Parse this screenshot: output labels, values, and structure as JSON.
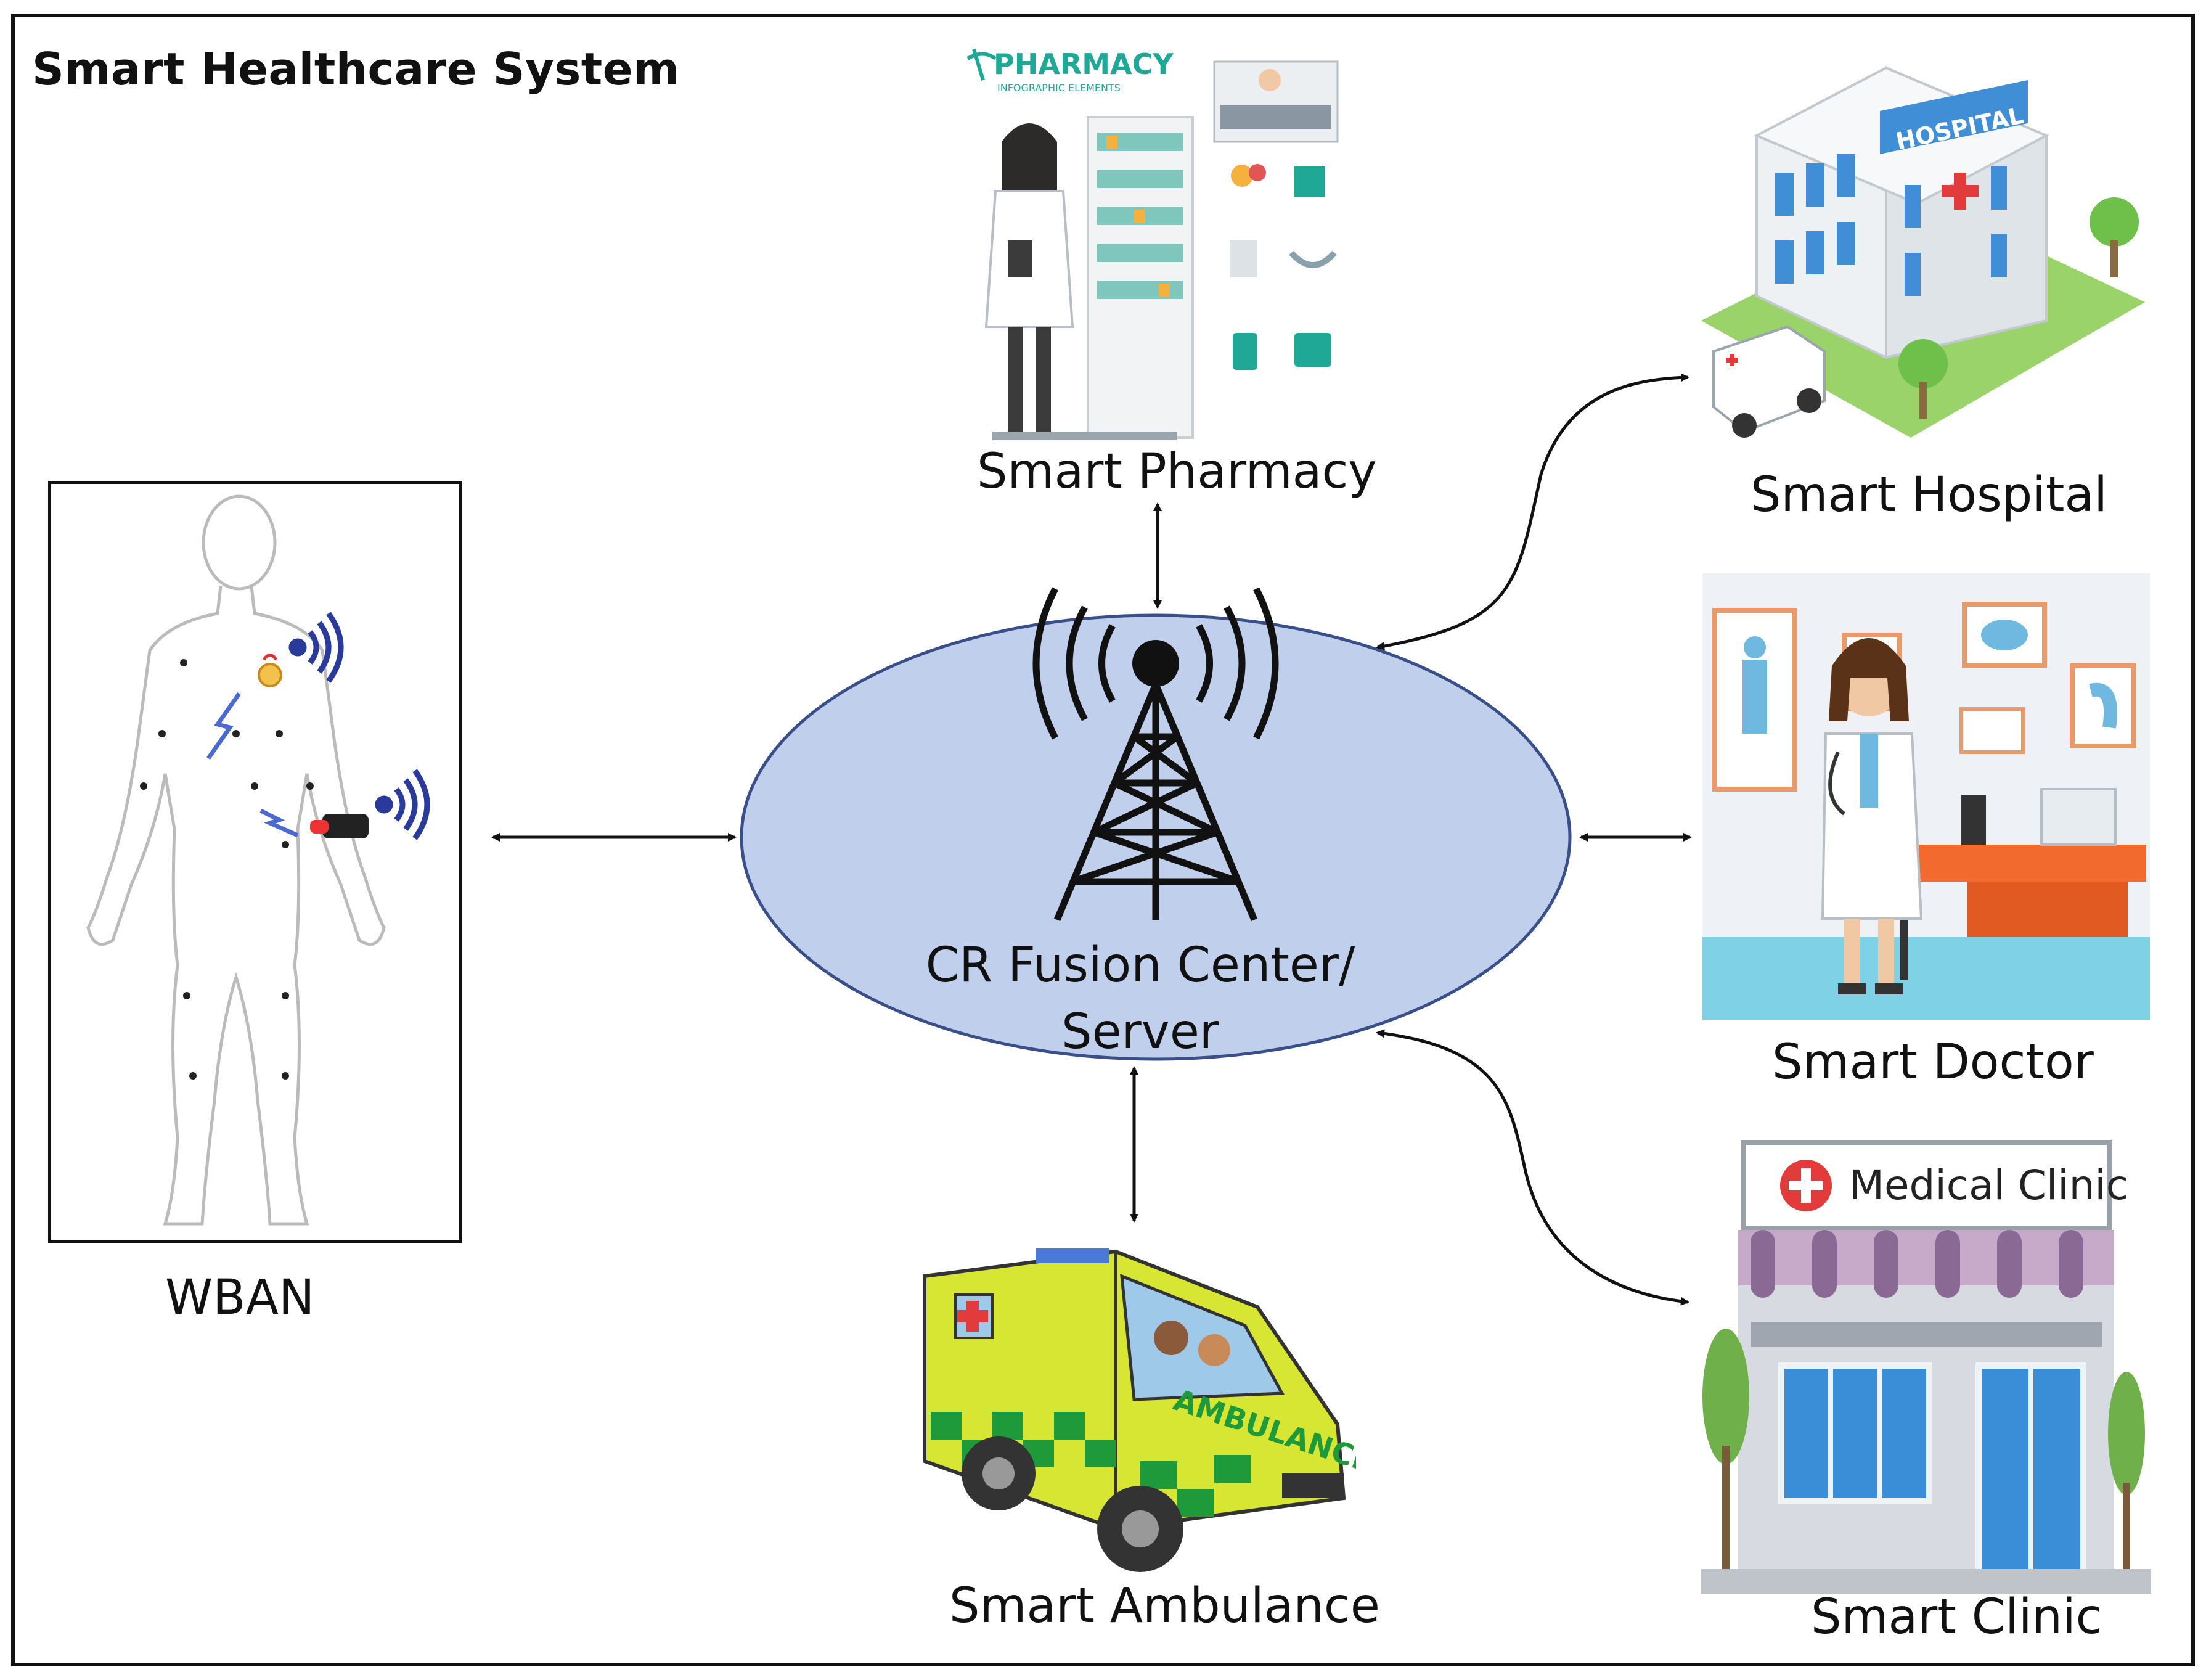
{
  "diagram": {
    "title": "Smart Healthcare System",
    "center": {
      "line1": "CR Fusion Center/",
      "line2": "Server"
    },
    "nodes": {
      "wban": "WBAN",
      "pharmacy": "Smart Pharmacy",
      "hospital": "Smart Hospital",
      "doctor": "Smart Doctor",
      "clinic": "Smart Clinic",
      "ambulance": "Smart Ambulance"
    },
    "image_text": {
      "pharmacy_logo": "PHARMACY",
      "pharmacy_logo_sub": "INFOGRAPHIC ELEMENTS",
      "hospital_sign": "HOSPITAL",
      "clinic_sign": "Medical Clinic",
      "ambulance_side": "AMBULANCE"
    },
    "colors": {
      "ellipse_fill": "#c0cfec",
      "ellipse_stroke": "#3a4f8a",
      "connector": "#111111"
    }
  }
}
